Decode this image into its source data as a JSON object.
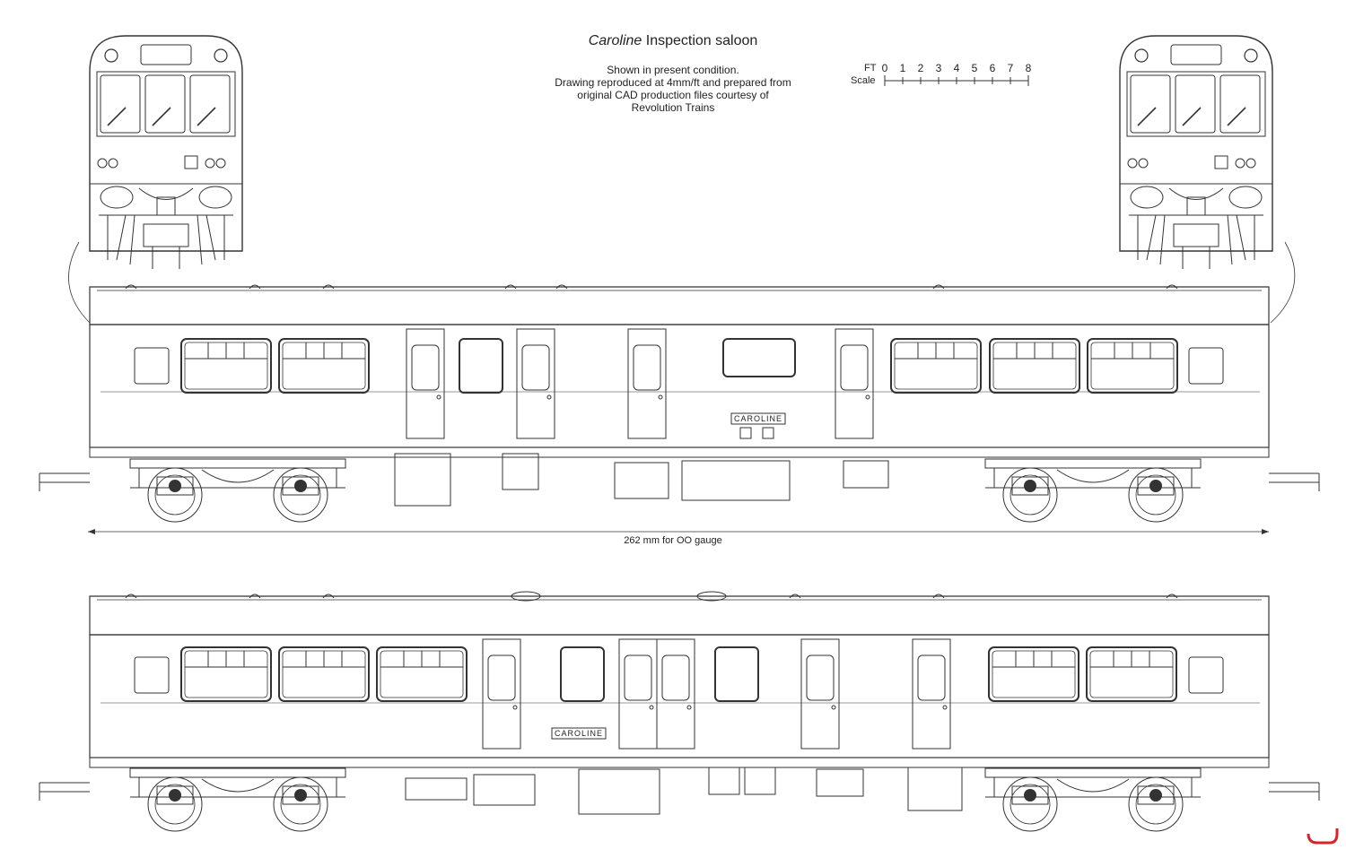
{
  "title": {
    "italic": "Caroline",
    "rest": " Inspection saloon"
  },
  "notes": [
    "Shown in present condition.",
    "Drawing reproduced at 4mm/ft and prepared from",
    "original CAD production files courtesy of",
    "Revolution Trains"
  ],
  "scale": {
    "unit": "FT",
    "label": "Scale",
    "ticks": [
      "0",
      "1",
      "2",
      "3",
      "4",
      "5",
      "6",
      "7",
      "8"
    ]
  },
  "dimension_label": "262 mm for OO gauge",
  "nameboard_top": "CAROLINE",
  "nameboard_bottom": "CAROLINE",
  "colors": {
    "line": "#333333",
    "brand": "#d8232a"
  }
}
